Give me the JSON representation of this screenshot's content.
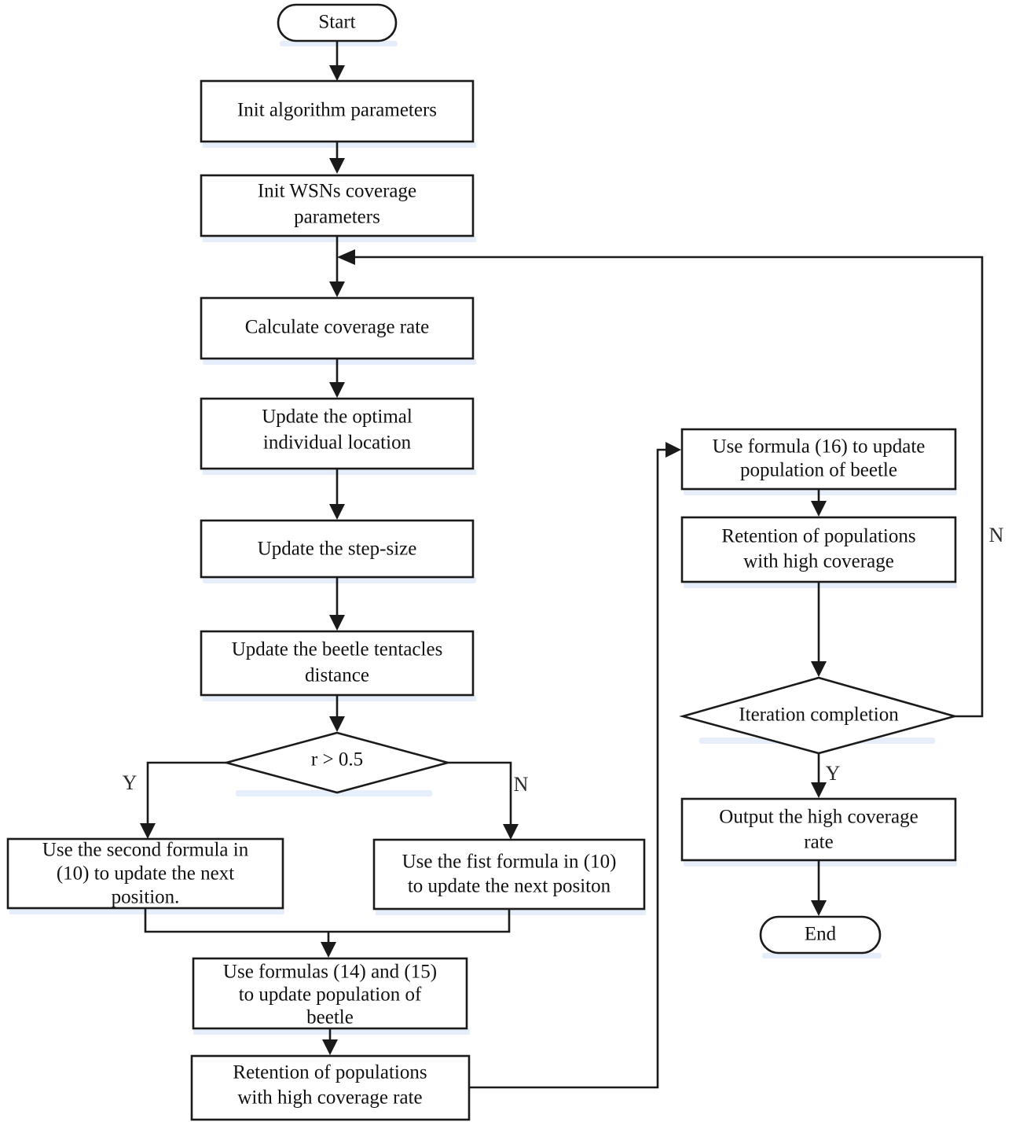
{
  "diagram": {
    "title": "WSN coverage optimization algorithm flowchart",
    "background_color": "#ffffff",
    "stroke_color": "#1a1a1a",
    "fill_color": "#ffffff",
    "shadow_color": "#cfe0f5"
  },
  "nodes": {
    "start": {
      "label": "Start",
      "shape": "terminator"
    },
    "init_algorithm": {
      "label": "Init algorithm parameters",
      "shape": "process"
    },
    "init_wsn_l1": {
      "label": "Init WSNs coverage",
      "shape": "process"
    },
    "init_wsn_l2": {
      "label": "parameters",
      "shape": "process"
    },
    "calc_coverage": {
      "label": "Calculate coverage rate",
      "shape": "process"
    },
    "update_optimal_l1": {
      "label": "Update the optimal",
      "shape": "process"
    },
    "update_optimal_l2": {
      "label": "individual location",
      "shape": "process"
    },
    "update_step": {
      "label": "Update the step-size",
      "shape": "process"
    },
    "update_tentacles_l1": {
      "label": "Update the beetle tentacles",
      "shape": "process"
    },
    "update_tentacles_l2": {
      "label": "distance",
      "shape": "process"
    },
    "decision_r": {
      "label": "r > 0.5",
      "shape": "decision"
    },
    "second_formula_l1": {
      "label": "Use the second formula in",
      "shape": "process"
    },
    "second_formula_l2": {
      "label": "(10) to update the next",
      "shape": "process"
    },
    "second_formula_l3": {
      "label": "position.",
      "shape": "process"
    },
    "first_formula_l1": {
      "label": "Use the fist formula in (10)",
      "shape": "process"
    },
    "first_formula_l2": {
      "label": "to update the next positon",
      "shape": "process"
    },
    "formulas_14_15_l1": {
      "label": "Use formulas (14) and (15)",
      "shape": "process"
    },
    "formulas_14_15_l2": {
      "label": "to update population of",
      "shape": "process"
    },
    "formulas_14_15_l3": {
      "label": "beetle",
      "shape": "process"
    },
    "retention_left_l1": {
      "label": "Retention of populations",
      "shape": "process"
    },
    "retention_left_l2": {
      "label": "with high coverage rate",
      "shape": "process"
    },
    "formula_16_l1": {
      "label": "Use formula (16) to update",
      "shape": "process"
    },
    "formula_16_l2": {
      "label": "population of beetle",
      "shape": "process"
    },
    "retention_right_l1": {
      "label": "Retention of populations",
      "shape": "process"
    },
    "retention_right_l2": {
      "label": "with high coverage",
      "shape": "process"
    },
    "decision_iteration": {
      "label": "Iteration completion",
      "shape": "decision"
    },
    "output_l1": {
      "label": "Output the high coverage",
      "shape": "process"
    },
    "output_l2": {
      "label": "rate",
      "shape": "process"
    },
    "end": {
      "label": "End",
      "shape": "terminator"
    }
  },
  "edge_labels": {
    "r_yes": "Y",
    "r_no": "N",
    "iteration_yes": "Y",
    "iteration_no": "N"
  }
}
